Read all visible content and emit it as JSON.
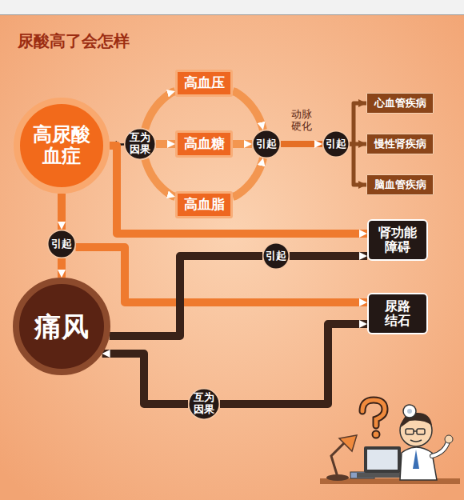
{
  "diagram": {
    "title": "尿酸高了会怎样",
    "nodes": [
      {
        "text": [
          "高尿酸血症"
        ]
      },
      {
        "text": [
          "互为因果"
        ]
      },
      {
        "text": [
          "高血压"
        ]
      },
      {
        "text": [
          "高血糖"
        ]
      },
      {
        "text": [
          "高血脂"
        ]
      },
      {
        "text": [
          "引起"
        ]
      },
      {
        "text": [
          "引起"
        ]
      },
      {
        "text": [
          "心血管疾病"
        ]
      },
      {
        "text": [
          "慢性肾疾病"
        ]
      },
      {
        "text": [
          "脑血管疾病"
        ]
      },
      {
        "text": [
          "引起"
        ]
      },
      {
        "text": [
          "痛风"
        ]
      },
      {
        "text": [
          "肾功能障碍"
        ]
      },
      {
        "text": [
          "引起"
        ]
      },
      {
        "text": [
          "尿路结石"
        ]
      },
      {
        "text": [
          "互为因果"
        ]
      }
    ],
    "edges": [
      {
        "from": 1,
        "to": 0,
        "arrow": "to"
      },
      {
        "from": 1,
        "to": 2,
        "arrow": "to"
      },
      {
        "from": 1,
        "to": 3,
        "arrow": "to"
      },
      {
        "from": 1,
        "to": 4,
        "arrow": "to"
      },
      {
        "from": 2,
        "to": 5,
        "arrow": "to"
      },
      {
        "from": 3,
        "to": 5,
        "arrow": "to"
      },
      {
        "from": 4,
        "to": 5,
        "arrow": "to"
      },
      {
        "from": 5,
        "to": 6,
        "label": "动脉硬化",
        "arrow": "to"
      },
      {
        "from": 6,
        "to": 7,
        "arrow": "to"
      },
      {
        "from": 6,
        "to": 8,
        "arrow": "to"
      },
      {
        "from": 6,
        "to": 9,
        "arrow": "to"
      },
      {
        "from": 0,
        "to": 12,
        "arrow": "to"
      },
      {
        "from": 0,
        "to": 10,
        "arrow": "to"
      },
      {
        "from": 10,
        "to": 11,
        "arrow": "to"
      },
      {
        "from": 10,
        "to": 14,
        "arrow": "to"
      },
      {
        "from": 11,
        "to": 13,
        "arrow": "none"
      },
      {
        "from": 13,
        "to": 12,
        "arrow": "to"
      },
      {
        "from": 15,
        "to": 11,
        "arrow": "to"
      },
      {
        "from": 15,
        "to": 14,
        "arrow": "to"
      }
    ]
  }
}
